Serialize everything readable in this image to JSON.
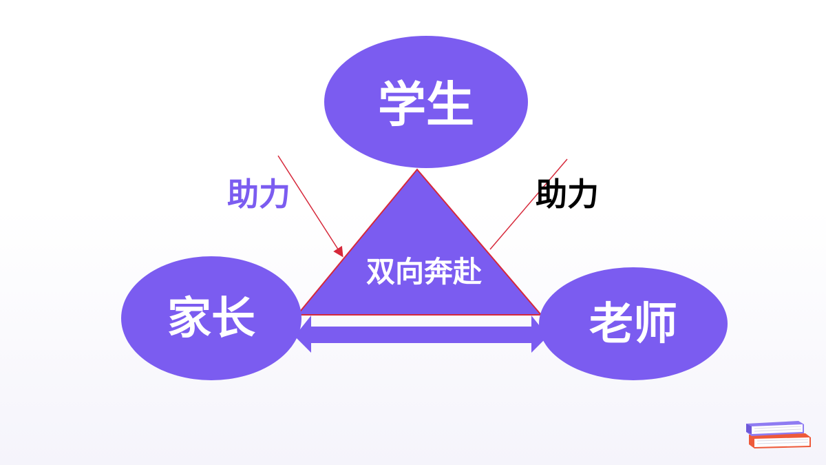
{
  "diagram": {
    "top_node": {
      "label": "学生"
    },
    "left_node": {
      "label": "家长"
    },
    "right_node": {
      "label": "老师"
    },
    "center": {
      "label": "双向奔赴"
    },
    "left_annotation": {
      "label": "助力"
    },
    "right_annotation": {
      "label": "助力"
    }
  },
  "colors": {
    "node_fill": "#7b5cf0",
    "node_text": "#ffffff",
    "accent_line": "#d6283a",
    "left_annotation_text": "#7b5cf0",
    "right_annotation_text": "#000000"
  },
  "icons": {
    "corner": "books-icon"
  }
}
